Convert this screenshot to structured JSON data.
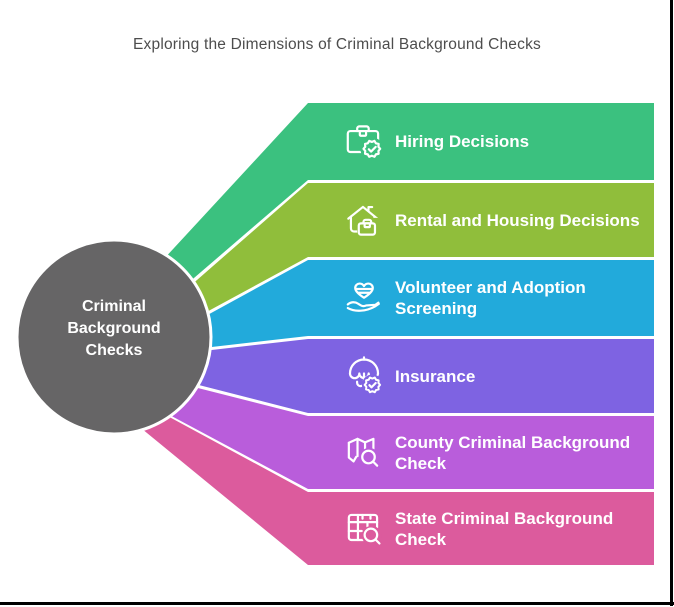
{
  "title": "Exploring the Dimensions of Criminal Background Checks",
  "center": {
    "label": "Criminal\nBackground\nChecks",
    "color": "#666566"
  },
  "colors": {
    "background": "#ffffff",
    "outline": "#ffffff",
    "window_border": "#000000",
    "title_text": "#4d4d4d",
    "label_text": "#ffffff"
  },
  "bands": [
    {
      "label": "Hiring Decisions",
      "color": "#3bc17f",
      "icon": "briefcase-check-icon"
    },
    {
      "label": "Rental and Housing Decisions",
      "color": "#90be3b",
      "icon": "house-briefcase-icon"
    },
    {
      "label": "Volunteer and Adoption\nScreening",
      "color": "#22aadb",
      "icon": "heart-in-hand-icon"
    },
    {
      "label": "Insurance",
      "color": "#7e63e2",
      "icon": "umbrella-check-icon"
    },
    {
      "label": "County Criminal Background\nCheck",
      "color": "#b95ddb",
      "icon": "map-search-icon"
    },
    {
      "label": "State Criminal Background\nCheck",
      "color": "#dc5b9d",
      "icon": "table-search-icon"
    }
  ]
}
